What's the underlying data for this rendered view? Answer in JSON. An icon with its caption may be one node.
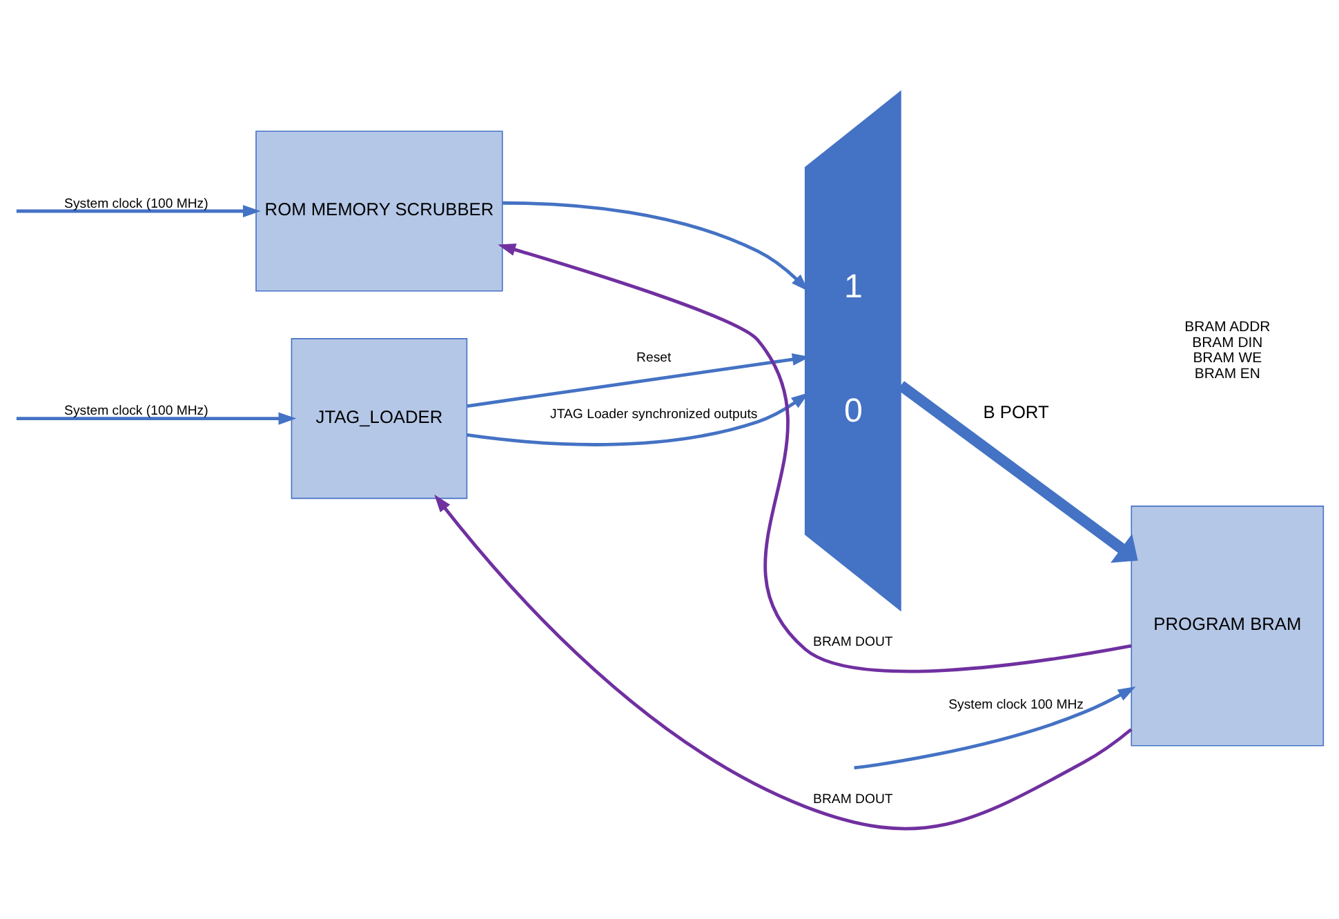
{
  "diagram": {
    "nodes": [
      {
        "text": [
          "JTAG_LOADER"
        ]
      },
      {
        "text": [
          "ROM MEMORY SCRUBBER"
        ]
      },
      {
        "text": [
          "1",
          "0"
        ]
      },
      {
        "text": [
          "PROGRAM BRAM"
        ]
      }
    ],
    "edges": [
      {
        "from": 3,
        "to": 0,
        "arrow": "to",
        "label": "BRAM DOUT",
        "color": "#7030a0"
      },
      {
        "from": 0,
        "to": 2,
        "arrow": "to",
        "label": "JTAG Loader synchronized outputs"
      },
      {
        "from": 0,
        "to": 2,
        "arrow": "to",
        "label": "Reset"
      },
      {
        "from": 1,
        "to": 2,
        "arrow": "to"
      },
      {
        "from": 2,
        "to": 3,
        "arrow": "to",
        "label": "B PORT",
        "style": "thick"
      },
      {
        "from": 3,
        "to": 1,
        "arrow": "to",
        "label": "BRAM DOUT",
        "color": "#7030a0"
      },
      {
        "from": null,
        "to": 0,
        "arrow": "to",
        "label": "System clock (100 MHz)"
      },
      {
        "from": null,
        "to": 1,
        "arrow": "to",
        "label": "System clock (100 MHz)"
      },
      {
        "from": null,
        "to": 3,
        "arrow": "to",
        "label": "System clock 100 MHz"
      }
    ],
    "labels": [
      "BRAM ADDR",
      "BRAM DIN",
      "BRAM WE",
      "BRAM EN"
    ]
  }
}
